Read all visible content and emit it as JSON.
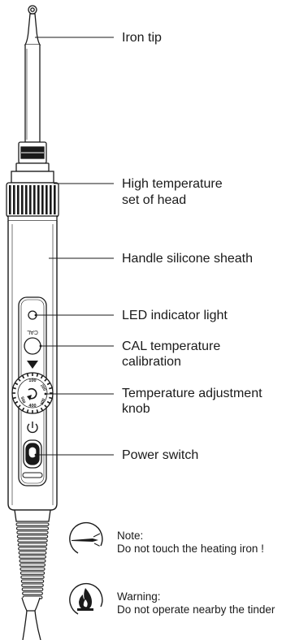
{
  "labels": {
    "iron_tip": "Iron tip",
    "high_temp_line1": "High temperature",
    "high_temp_line2": "set of head",
    "handle_sheath": "Handle silicone sheath",
    "led_light": "LED indicator light",
    "cal_line1": "CAL temperature",
    "cal_line2": "calibration",
    "knob_line1": "Temperature adjustment",
    "knob_line2": "knob",
    "power_switch": "Power switch"
  },
  "device_marks": {
    "cal": "CAL",
    "knob_100": "100",
    "knob_200": "200",
    "knob_300": "300",
    "knob_400": "400",
    "knob_500": "500"
  },
  "note": {
    "title": "Note:",
    "text": "Do not touch the heating iron !"
  },
  "warning": {
    "title": "Warning:",
    "text": "Do not operate nearby the tinder"
  },
  "icons": {
    "note": "heating-iron-icon",
    "warning": "fire-hazard-icon",
    "power": "power-icon",
    "arrow": "down-triangle-icon"
  },
  "colors": {
    "line": "#1a1a1a",
    "background": "#ffffff"
  }
}
